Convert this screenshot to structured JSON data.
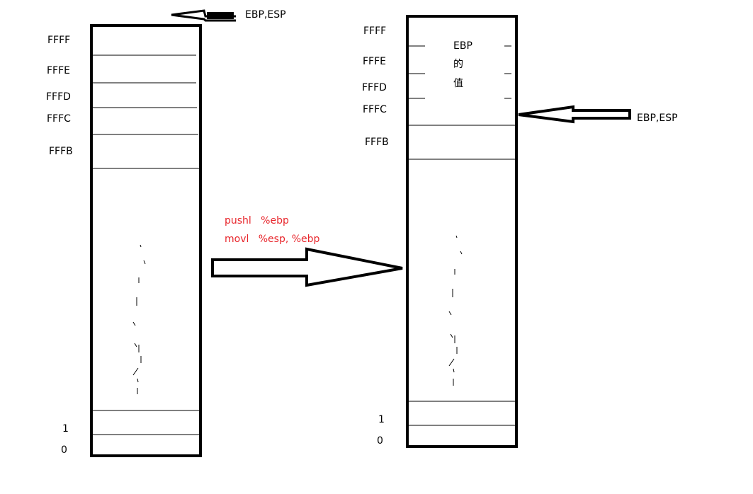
{
  "left_stack": {
    "pointer_label": "EBP,ESP",
    "addresses": [
      "FFFF",
      "FFFE",
      "FFFD",
      "FFFC",
      "FFFB"
    ],
    "bottom_addresses": [
      "1",
      "0"
    ]
  },
  "instructions": [
    "pushl   %ebp",
    "movl   %esp, %ebp"
  ],
  "right_stack": {
    "pointer_label": "EBP,ESP",
    "addresses": [
      "FFFF",
      "FFFE",
      "FFFD",
      "FFFC",
      "FFFB"
    ],
    "bottom_addresses": [
      "1",
      "0"
    ],
    "cell_text": [
      "EBP",
      "的",
      "值"
    ]
  }
}
